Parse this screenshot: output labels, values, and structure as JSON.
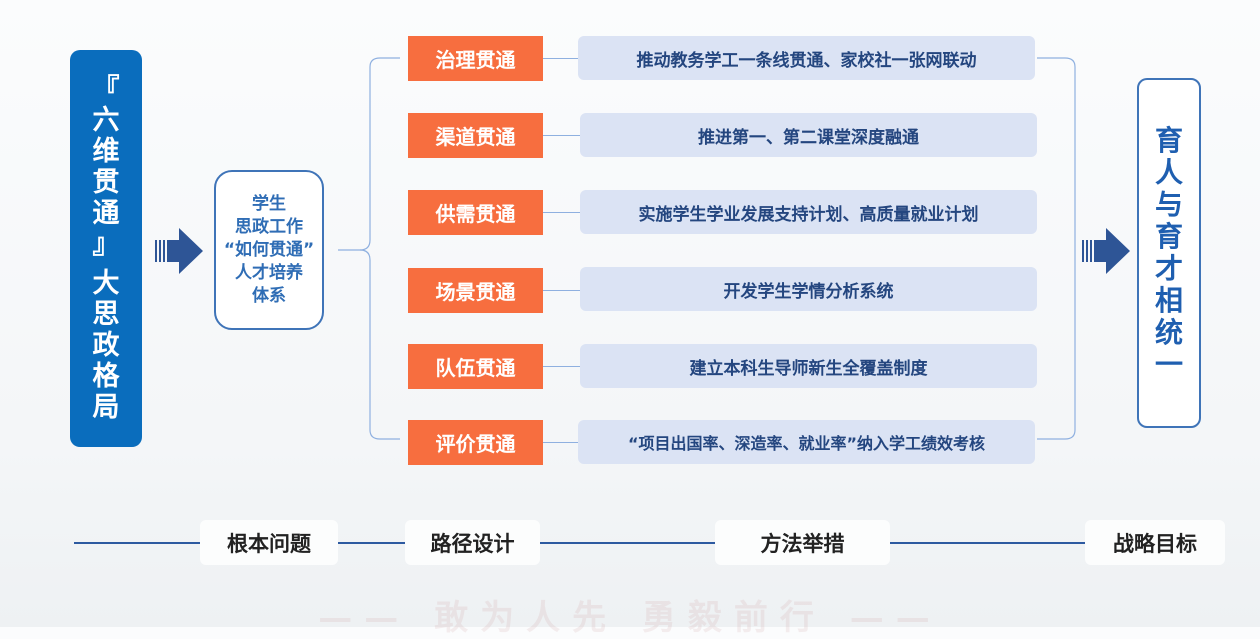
{
  "left_title": [
    "『",
    "六",
    "维",
    "贯",
    "通",
    "』",
    "大",
    "思",
    "政",
    "格",
    "局"
  ],
  "center_box": [
    "学生",
    "思政工作",
    "“如何贯通”",
    "人才培养",
    "体系"
  ],
  "paths": [
    {
      "label": "治理贯通",
      "measure": "推动教务学工一条线贯通、家校社一张网联动"
    },
    {
      "label": "渠道贯通",
      "measure": "推进第一、第二课堂深度融通"
    },
    {
      "label": "供需贯通",
      "measure": "实施学生学业发展支持计划、高质量就业计划"
    },
    {
      "label": "场景贯通",
      "measure": "开发学生学情分析系统"
    },
    {
      "label": "队伍贯通",
      "measure": "建立本科生导师新生全覆盖制度"
    },
    {
      "label": "评价贯通",
      "measure": "“项目出国率、深造率、就业率”纳入学工绩效考核"
    }
  ],
  "goal": [
    "育",
    "人",
    "与",
    "育",
    "才",
    "相",
    "统",
    "一"
  ],
  "stages": [
    "根本问题",
    "路径设计",
    "方法举措",
    "战略目标"
  ],
  "watermark": "—— 敢为人先 勇毅前行 ——"
}
